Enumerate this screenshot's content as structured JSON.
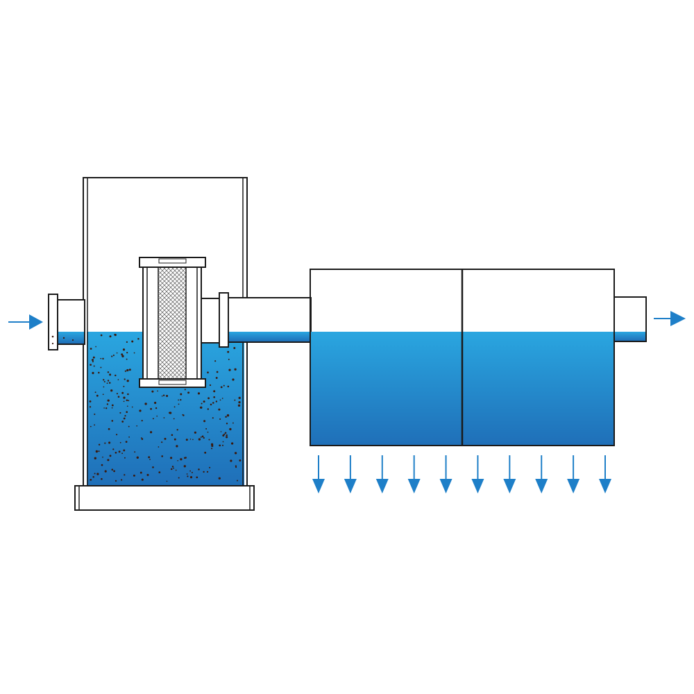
{
  "diagram": {
    "kind": "process-schematic",
    "labels": [],
    "colors": {
      "background": "#ffffff",
      "outline": "#1a1a1a",
      "water_top": "#2aa6e0",
      "water_bottom": "#1f6fb8",
      "arrow": "#1e7fc8",
      "sediment_dot": "#3a1a10",
      "filter_mesh": "#555555"
    },
    "icons": {
      "inlet": "arrow-right-icon",
      "outlet": "arrow-right-icon",
      "infiltration": "arrow-down-icon"
    },
    "components": [
      {
        "name": "inlet-flow-arrow",
        "icon": "arrow-right-icon"
      },
      {
        "name": "inlet-pipe-with-flange"
      },
      {
        "name": "settling-tank"
      },
      {
        "name": "cartridge-filter"
      },
      {
        "name": "connecting-pipe"
      },
      {
        "name": "infiltration-tank"
      },
      {
        "name": "outlet-pipe"
      },
      {
        "name": "outlet-flow-arrow",
        "icon": "arrow-right-icon"
      }
    ],
    "infiltration_arrow_count": 10,
    "sediment_dot_count": 320
  }
}
